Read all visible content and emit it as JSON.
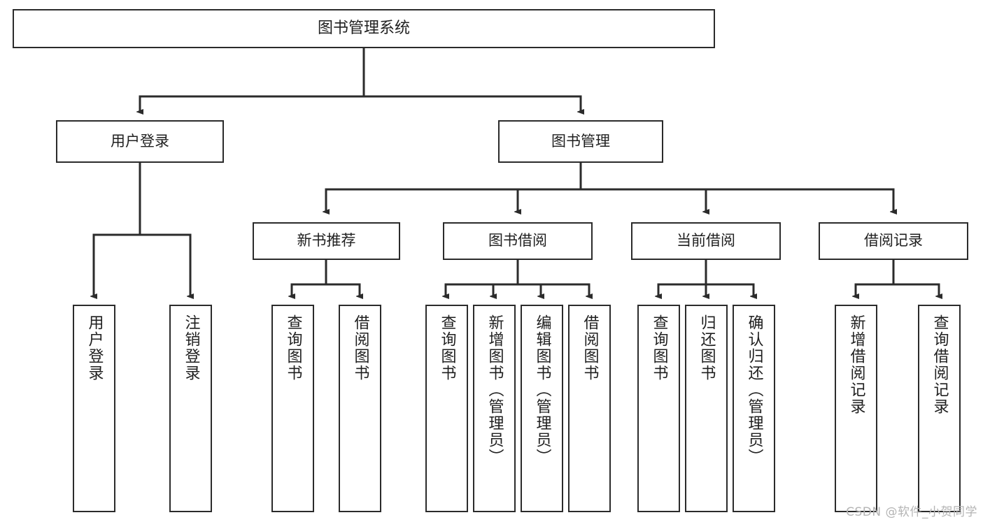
{
  "diagram": {
    "type": "tree",
    "title": "图书管理系统",
    "orientation": "top-down",
    "colors": {
      "box_border": "#2b2b2b",
      "box_fill": "#ffffff",
      "connector": "#2b2b2b",
      "text": "#1f1f1f",
      "watermark": "#b4b4b4",
      "background": "#ffffff"
    }
  },
  "root": {
    "label": "图书管理系统"
  },
  "level1": [
    {
      "label": "用户登录"
    },
    {
      "label": "图书管理"
    }
  ],
  "level2": [
    {
      "label": "新书推荐"
    },
    {
      "label": "图书借阅"
    },
    {
      "label": "当前借阅"
    },
    {
      "label": "借阅记录"
    }
  ],
  "leaves": {
    "user_login": [
      {
        "label": "用户登录"
      },
      {
        "label": "注销登录"
      }
    ],
    "new_book_recommend": [
      {
        "label": "查询图书"
      },
      {
        "label": "借阅图书"
      }
    ],
    "book_borrow": [
      {
        "label": "查询图书"
      },
      {
        "label": "新增图书（管理员）"
      },
      {
        "label": "编辑图书（管理员）"
      },
      {
        "label": "借阅图书"
      }
    ],
    "current_borrow": [
      {
        "label": "查询图书"
      },
      {
        "label": "归还图书"
      },
      {
        "label": "确认归还（管理员）"
      }
    ],
    "borrow_record": [
      {
        "label": "新增借阅记录"
      },
      {
        "label": "查询借阅记录"
      }
    ]
  },
  "watermark": {
    "text": "CSDN @软件_小贺同学"
  }
}
